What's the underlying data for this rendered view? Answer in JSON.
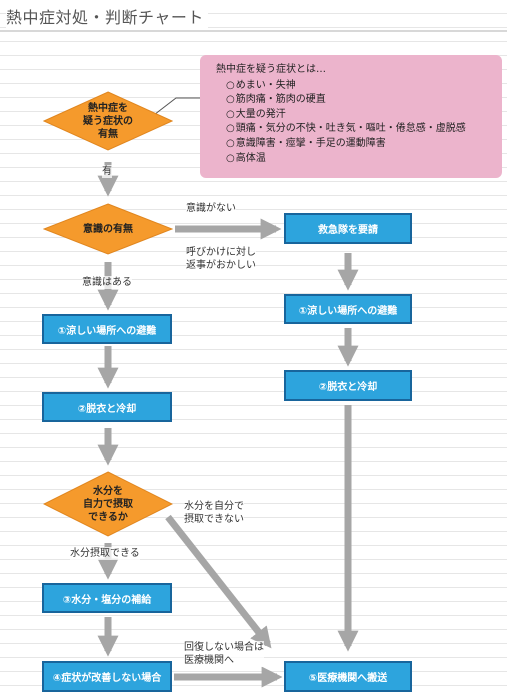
{
  "title": "熱中症対処・判断チャート",
  "symptoms": {
    "intro": "熱中症を疑う症状とは…",
    "items": [
      "めまい・失神",
      "筋肉痛・筋肉の硬直",
      "大量の発汗",
      "頭痛・気分の不快・吐き気・嘔吐・倦怠感・虚脱感",
      "意識障害・痙攣・手足の運動障害",
      "高体温"
    ]
  },
  "decisions": {
    "d1": [
      "熱中症を",
      "疑う症状の",
      "有無"
    ],
    "d2": [
      "意識の有無"
    ],
    "d3": [
      "水分を",
      "自力で摂取",
      "できるか"
    ]
  },
  "steps": {
    "left1": "①涼しい場所への避難",
    "left2": "②脱衣と冷却",
    "left3": "③水分・塩分の補給",
    "left4": "④症状が改善しない場合",
    "right1": "救急隊を要請",
    "right2": "①涼しい場所への避難",
    "right3": "②脱衣と冷却",
    "right4": "⑤医療機関へ搬送"
  },
  "labels": {
    "yes": "有",
    "conscious_no": "意識がない",
    "abnormal": [
      "呼びかけに対し",
      "返事がおかしい"
    ],
    "conscious_yes": "意識はある",
    "cannot_drink": [
      "水分を自分で",
      "摂取できない"
    ],
    "can_drink": "水分摂取できる",
    "no_recovery": [
      "回復しない場合は",
      "医療機関へ"
    ]
  },
  "colors": {
    "decision_fill": "#f59a2c",
    "step_fill": "#2da4dd",
    "step_border": "#18659c",
    "symptom_fill": "#ecb4cc",
    "arrow": "#a6a6a6"
  }
}
